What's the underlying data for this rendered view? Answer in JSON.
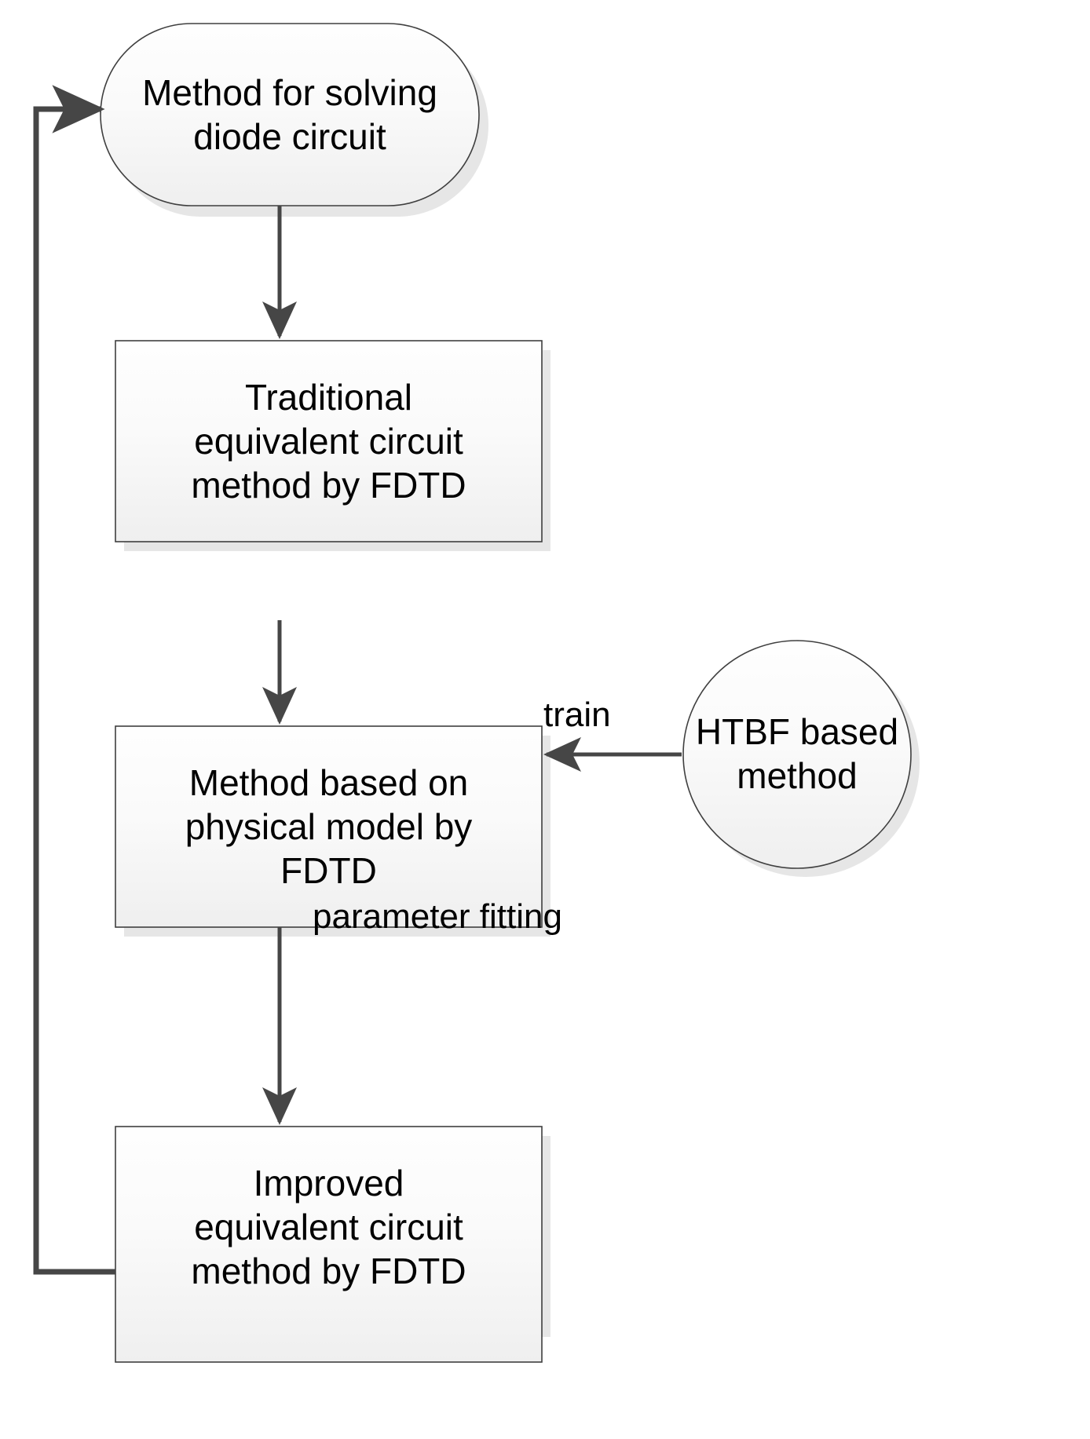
{
  "diagram": {
    "type": "flowchart",
    "background_color": "#ffffff",
    "shape_fill_top": "#fdfdfd",
    "shape_fill_bottom": "#f0f0f0",
    "shape_stroke": "#3f3f3f",
    "shadow_color": "#e3e3e3",
    "arrow_color": "#464646",
    "text_color": "#000000",
    "nodes": [
      {
        "id": "start",
        "shape": "stadium",
        "label": "Method for solving\ndiode circuit"
      },
      {
        "id": "traditional",
        "shape": "rectangle",
        "label": "Traditional\nequivalent circuit\nmethod by FDTD"
      },
      {
        "id": "physical",
        "shape": "rectangle",
        "label": "Method based on\nphysical model  by\nFDTD"
      },
      {
        "id": "improved",
        "shape": "rectangle",
        "label": "Improved\nequivalent circuit\nmethod by FDTD"
      },
      {
        "id": "htbf",
        "shape": "circle",
        "label": "HTBF based\nmethod"
      }
    ],
    "edges": [
      {
        "id": "start-to-traditional",
        "from": "start",
        "to": "traditional",
        "label": ""
      },
      {
        "id": "traditional-to-physical",
        "from": "traditional",
        "to": "physical",
        "label": ""
      },
      {
        "id": "htbf-to-physical",
        "from": "htbf",
        "to": "physical",
        "label": "train"
      },
      {
        "id": "physical-to-improved",
        "from": "physical",
        "to": "improved",
        "label": "parameter fitting"
      },
      {
        "id": "improved-to-start",
        "from": "improved",
        "to": "start",
        "label": ""
      }
    ],
    "edge_labels": {
      "train": "train",
      "parameter_fitting": "parameter fitting"
    }
  }
}
